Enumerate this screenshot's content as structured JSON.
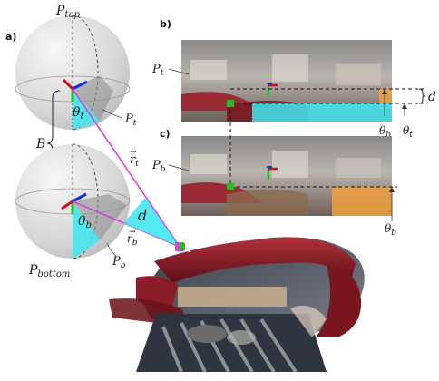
{
  "panels": {
    "a": "a)",
    "b": "b)",
    "c": "c)"
  },
  "sphere_top": {
    "point_label": "P",
    "point_sub": "top",
    "angle_label": "θ",
    "angle_sub": "t",
    "pt_label": "P",
    "pt_sub": "t"
  },
  "sphere_bottom": {
    "point_label": "P",
    "point_sub": "bottom",
    "angle_label": "θ",
    "angle_sub": "b",
    "pb_label": "P",
    "pb_sub": "b",
    "rb_label": "r",
    "rb_sub": "b"
  },
  "baseline_label": "B",
  "rt_label": "r",
  "rt_sub": "t",
  "d_label": "d",
  "point_P": "P",
  "panel_b": {
    "pt_label": "P",
    "pt_sub": "t",
    "theta_b": "θ",
    "theta_b_sub": "b",
    "theta_t": "θ",
    "theta_t_sub": "t",
    "d": "d"
  },
  "panel_c": {
    "pb_label": "P",
    "pb_sub": "b",
    "theta_b": "θ",
    "theta_b_sub": "b"
  },
  "colors": {
    "cyan": "#40e8f0",
    "orange": "#f0a040",
    "magenta": "#e040e0",
    "green": "#20c020",
    "red": "#d01010",
    "blue": "#1030d0"
  }
}
